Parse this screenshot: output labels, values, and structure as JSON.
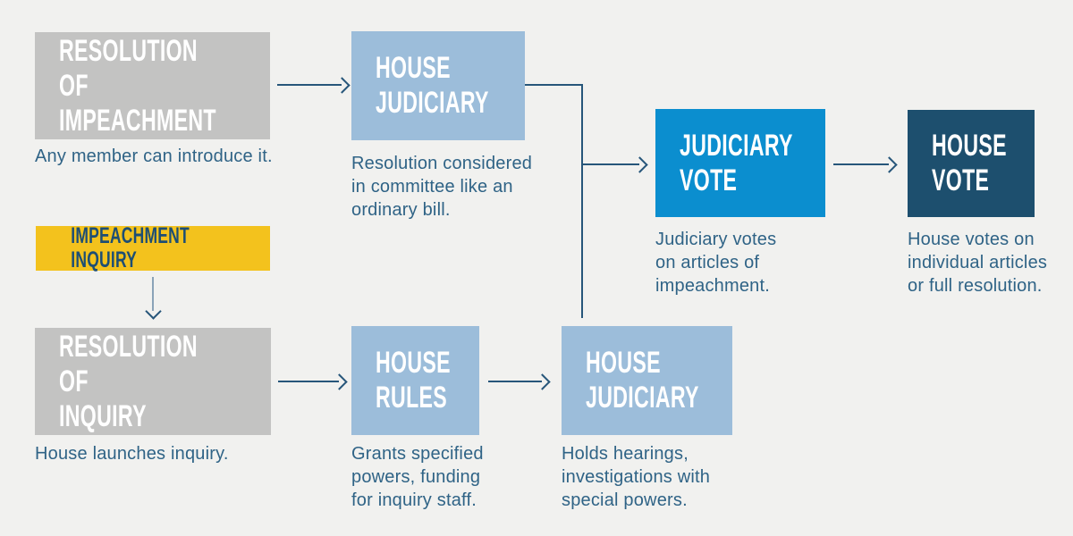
{
  "colors": {
    "background": "#f1f1ef",
    "gray_box": "#c3c3c2",
    "light_blue_box": "#9cbdda",
    "bright_blue_box": "#0b8ecf",
    "dark_blue_box": "#1d4f6e",
    "yellow_box": "#f3c21d",
    "connector_line": "#27567a",
    "down_arrow_shaft": "#8aa3b8",
    "caption_text": "#2f6386",
    "box_label_text": "#ffffff",
    "yellow_box_label_text": "#1d4e74"
  },
  "flowchart": {
    "resolution_of_impeachment": {
      "label": "RESOLUTION OF\nIMPEACHMENT",
      "caption": "Any member can introduce it."
    },
    "house_judiciary_top": {
      "label": "HOUSE\nJUDICIARY",
      "caption": "Resolution considered\nin committee like an\nordinary bill."
    },
    "judiciary_vote": {
      "label": "JUDICIARY\nVOTE",
      "caption": "Judiciary votes\non articles of\nimpeachment."
    },
    "house_vote": {
      "label": "HOUSE\nVOTE",
      "caption": "House votes on\nindividual articles\nor full resolution."
    },
    "impeachment_inquiry": {
      "label": "IMPEACHMENT INQUIRY"
    },
    "resolution_of_inquiry": {
      "label": "RESOLUTION OF\nINQUIRY",
      "caption": "House launches inquiry."
    },
    "house_rules": {
      "label": "HOUSE\nRULES",
      "caption": "Grants specified\npowers, funding\nfor inquiry staff."
    },
    "house_judiciary_bottom": {
      "label": "HOUSE\nJUDICIARY",
      "caption": "Holds hearings,\ninvestigations with\nspecial powers."
    }
  }
}
